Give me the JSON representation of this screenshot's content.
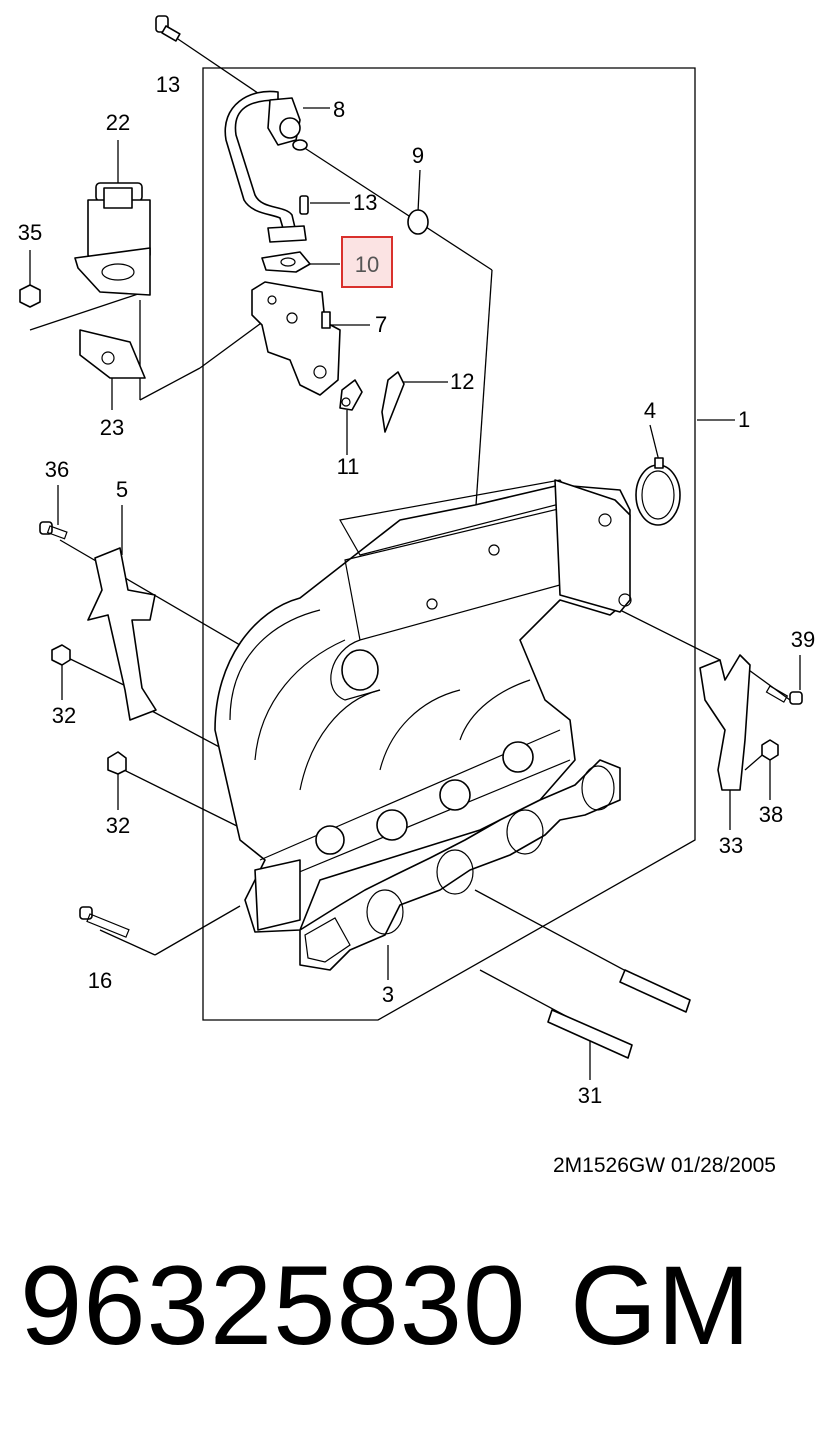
{
  "diagram": {
    "highlighted_callout": "10",
    "callouts": {
      "c1": "1",
      "c3": "3",
      "c4": "4",
      "c5": "5",
      "c7": "7",
      "c8": "8",
      "c9": "9",
      "c10": "10",
      "c11": "11",
      "c12": "12",
      "c13a": "13",
      "c13b": "13",
      "c16": "16",
      "c22": "22",
      "c23": "23",
      "c31": "31",
      "c32a": "32",
      "c32b": "32",
      "c33": "33",
      "c35": "35",
      "c36": "36",
      "c38": "38",
      "c39": "39"
    },
    "highlight_color": "#d9302c"
  },
  "footer": {
    "diagram_code": "2M1526GW  01/28/2005",
    "part_number": "96325830",
    "brand": "GM"
  }
}
